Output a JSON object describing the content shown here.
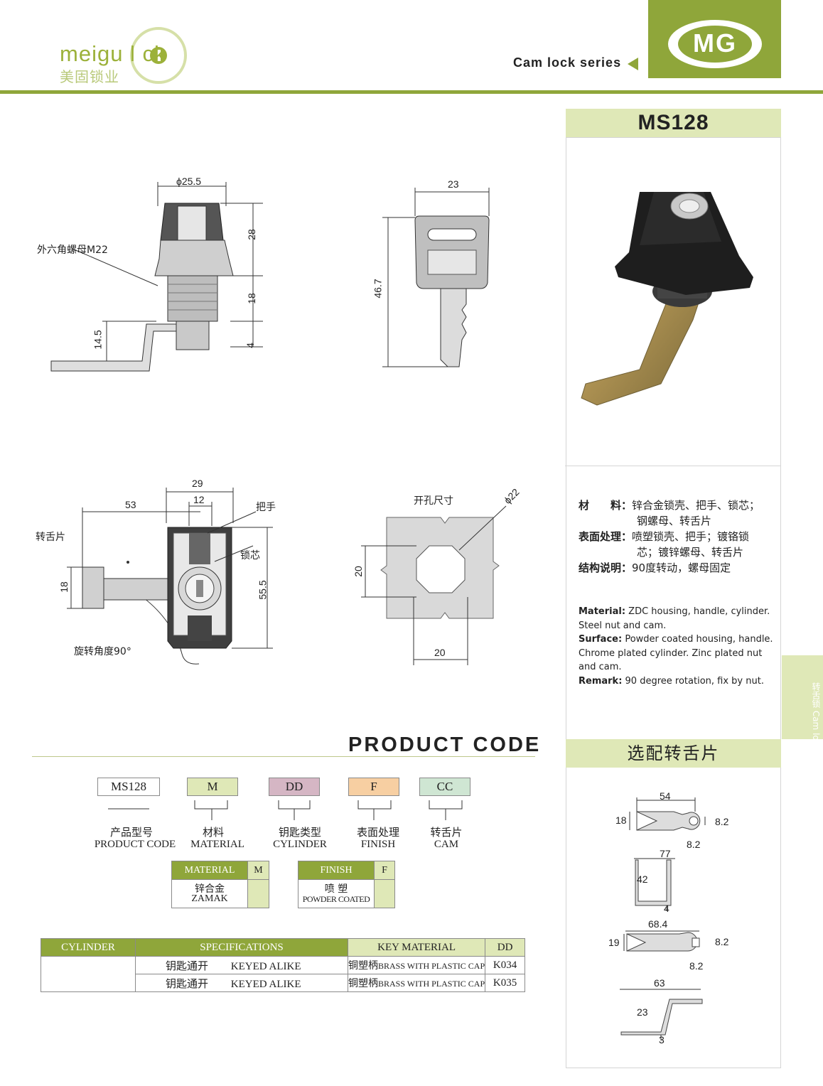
{
  "header": {
    "logo_en": "meigu l  ck",
    "logo_cn": "美固锁业",
    "series": "Cam lock series",
    "badge": "MG"
  },
  "model": "MS128",
  "drawing_labels": {
    "hex_nut": "外六角螺母M22",
    "dia_body": "ϕ25.5",
    "dim_28": "28",
    "dim_18": "18",
    "dim_4": "4",
    "dim_14_5": "14.5",
    "key_width": "23",
    "key_length": "46.7",
    "dim_29": "29",
    "dim_12": "12",
    "dim_53": "53",
    "handle": "把手",
    "cam": "转舌片",
    "cylinder": "锁芯",
    "dim_55_5": "55.5",
    "dim_18b": "18",
    "rotation": "旋转角度90°",
    "cutout_title": "开孔尺寸",
    "cutout_dia": "ϕ22",
    "cutout_20v": "20",
    "cutout_20h": "20"
  },
  "specs_cn": [
    {
      "label": "材　　料：",
      "text": "锌合金锁壳、把手、锁芯；"
    },
    {
      "label": "",
      "text": "钢螺母、转舌片"
    },
    {
      "label": "表面处理：",
      "text": "喷塑锁壳、把手；镀铬锁"
    },
    {
      "label": "",
      "text": "芯；镀锌螺母、转舌片"
    },
    {
      "label": "结构说明：",
      "text": "90度转动，螺母固定"
    }
  ],
  "specs_en": [
    {
      "label": "Material:",
      "text": " ZDC housing, handle, cylinder."
    },
    {
      "label": "",
      "text": "Steel nut and cam."
    },
    {
      "label": "Surface:",
      "text": " Powder coated housing, handle."
    },
    {
      "label": "",
      "text": "Chrome plated cylinder. Zinc plated nut"
    },
    {
      "label": "",
      "text": "and cam."
    },
    {
      "label": "Remark:",
      "text": " 90 degree rotation, fix by nut."
    }
  ],
  "side_tab": {
    "cn": "转舌锁",
    "en": "Cam lock"
  },
  "optional_cams": {
    "title": "选配转舌片",
    "cam1": {
      "len": "54",
      "h": "18",
      "hole": "8.2",
      "hole2": "8.2"
    },
    "cam2": {
      "len": "77",
      "h": "42",
      "t": "4"
    },
    "cam3": {
      "len": "68.4",
      "h": "19",
      "hole": "8.2",
      "hole2": "8.2"
    },
    "cam4": {
      "len": "63",
      "h": "23",
      "t": "3"
    }
  },
  "product_code": {
    "title": "PRODUCT CODE",
    "codes": [
      {
        "code": "MS128",
        "cn": "产品型号",
        "en": "PRODUCT CODE",
        "color": "#ffffff"
      },
      {
        "code": "M",
        "cn": "材料",
        "en": "MATERIAL",
        "color": "#dfe8b7"
      },
      {
        "code": "DD",
        "cn": "钥匙类型",
        "en": "CYLINDER",
        "color": "#d5b6c4"
      },
      {
        "code": "F",
        "cn": "表面处理",
        "en": "FINISH",
        "color": "#f7cfa2"
      },
      {
        "code": "CC",
        "cn": "转舌片",
        "en": "CAM",
        "color": "#cfe6d3"
      }
    ],
    "material_table": {
      "header": "MATERIAL",
      "code": "M",
      "cn": "锌合金",
      "en": "ZAMAK"
    },
    "finish_table": {
      "header": "FINISH",
      "code": "F",
      "cn": "喷 塑",
      "en": "POWDER COATED"
    }
  },
  "cylinder_table": {
    "headers": [
      "CYLINDER",
      "SPECIFICATIONS",
      "KEY MATERIAL",
      "DD"
    ],
    "rows": [
      {
        "spec_cn": "钥匙通开",
        "spec_en": "KEYED ALIKE",
        "mat_cn": "铜塑柄",
        "mat_en": "BRASS WITH PLASTIC CAP",
        "code": "K034"
      },
      {
        "spec_cn": "钥匙通开",
        "spec_en": "KEYED ALIKE",
        "mat_cn": "铜塑柄",
        "mat_en": "BRASS WITH PLASTIC CAP",
        "code": "K035"
      }
    ]
  }
}
